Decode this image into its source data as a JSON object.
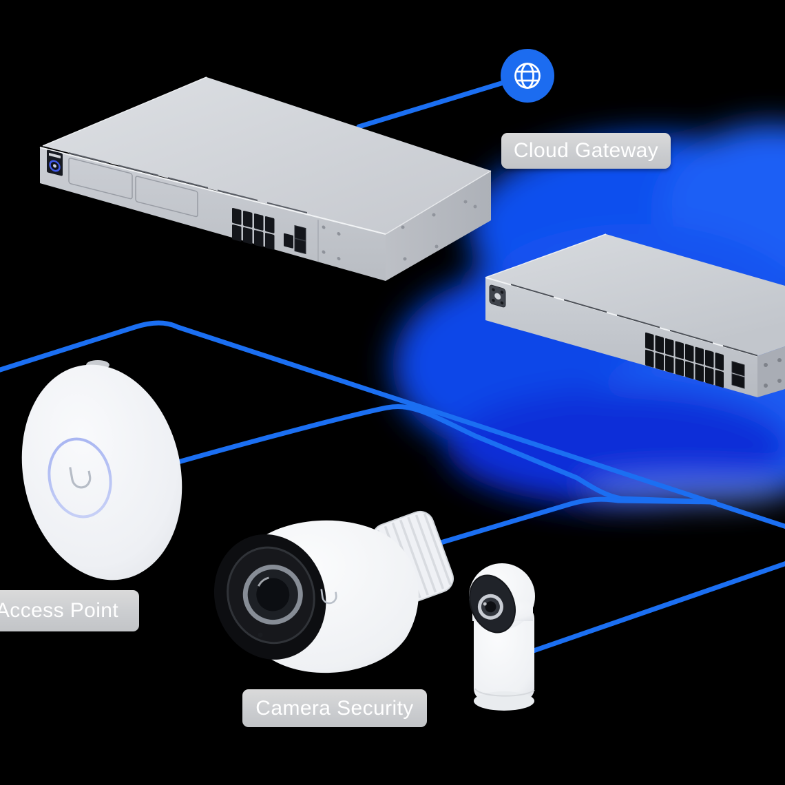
{
  "labels": {
    "cloud_gateway": "Cloud Gateway",
    "access_point": "Access Point",
    "camera_security": "Camera Security"
  },
  "icons": {
    "globe": "internet-globe-icon"
  },
  "colors": {
    "background": "#000000",
    "cable_blue": "#1b6ff2",
    "glow_blue": "#1253ee",
    "globe_blue": "#1c6cf0",
    "label_background": "#ced0d3",
    "label_text": "#ffffff",
    "device_gray": "#cdd0d5"
  },
  "cables": {
    "count": 5,
    "color": "#1b6ff2"
  }
}
